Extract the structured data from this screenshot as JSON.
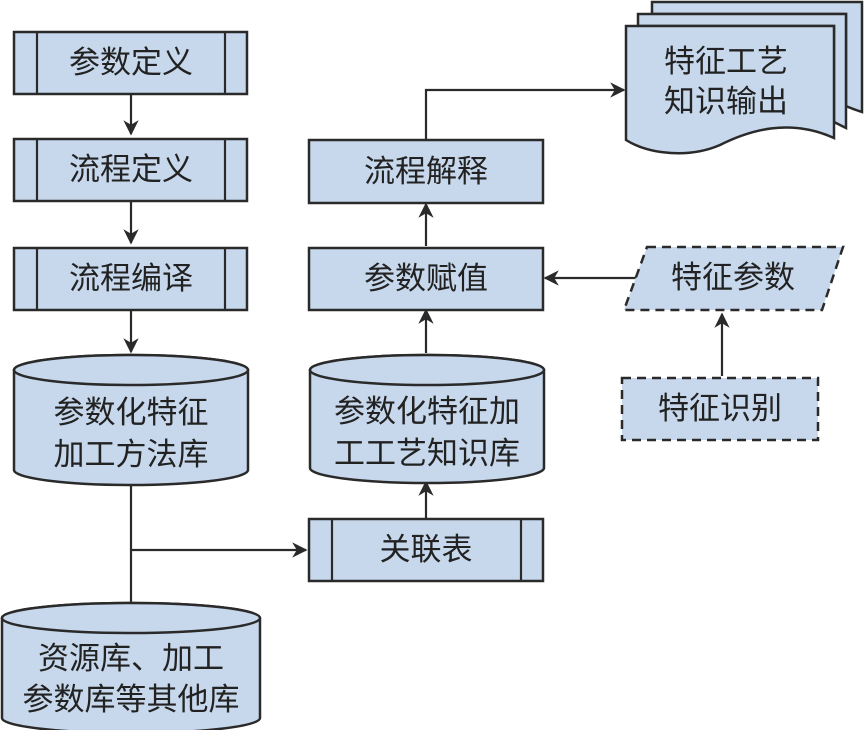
{
  "diagram": {
    "nodes": {
      "param_def": "参数定义",
      "flow_def": "流程定义",
      "flow_compile": "流程编译",
      "method_db": [
        "参数化特征",
        "加工方法库"
      ],
      "other_db": [
        "资源库、加工",
        "参数库等其他库"
      ],
      "assoc_table": "关联表",
      "knowledge_db": [
        "参数化特征加",
        "工工艺知识库"
      ],
      "param_assign": "参数赋值",
      "flow_interpret": "流程解释",
      "output_doc": [
        "特征工艺",
        "知识输出"
      ],
      "feature_params": "特征参数",
      "feature_recog": "特征识别"
    },
    "edges": [
      {
        "from": "参数定义",
        "to": "流程定义"
      },
      {
        "from": "流程定义",
        "to": "流程编译"
      },
      {
        "from": "流程编译",
        "to": "参数化特征加工方法库"
      },
      {
        "from": "参数化特征加工方法库 + 资源库、加工参数库等其他库",
        "to": "关联表"
      },
      {
        "from": "关联表",
        "to": "参数化特征加工工艺知识库"
      },
      {
        "from": "参数化特征加工工艺知识库",
        "to": "参数赋值"
      },
      {
        "from": "特征识别",
        "to": "特征参数"
      },
      {
        "from": "特征参数",
        "to": "参数赋值"
      },
      {
        "from": "参数赋值",
        "to": "流程解释"
      },
      {
        "from": "流程解释",
        "to": "特征工艺知识输出"
      }
    ],
    "colors": {
      "fill": "#c7d8ec",
      "stroke": "#2a2a2a"
    }
  }
}
